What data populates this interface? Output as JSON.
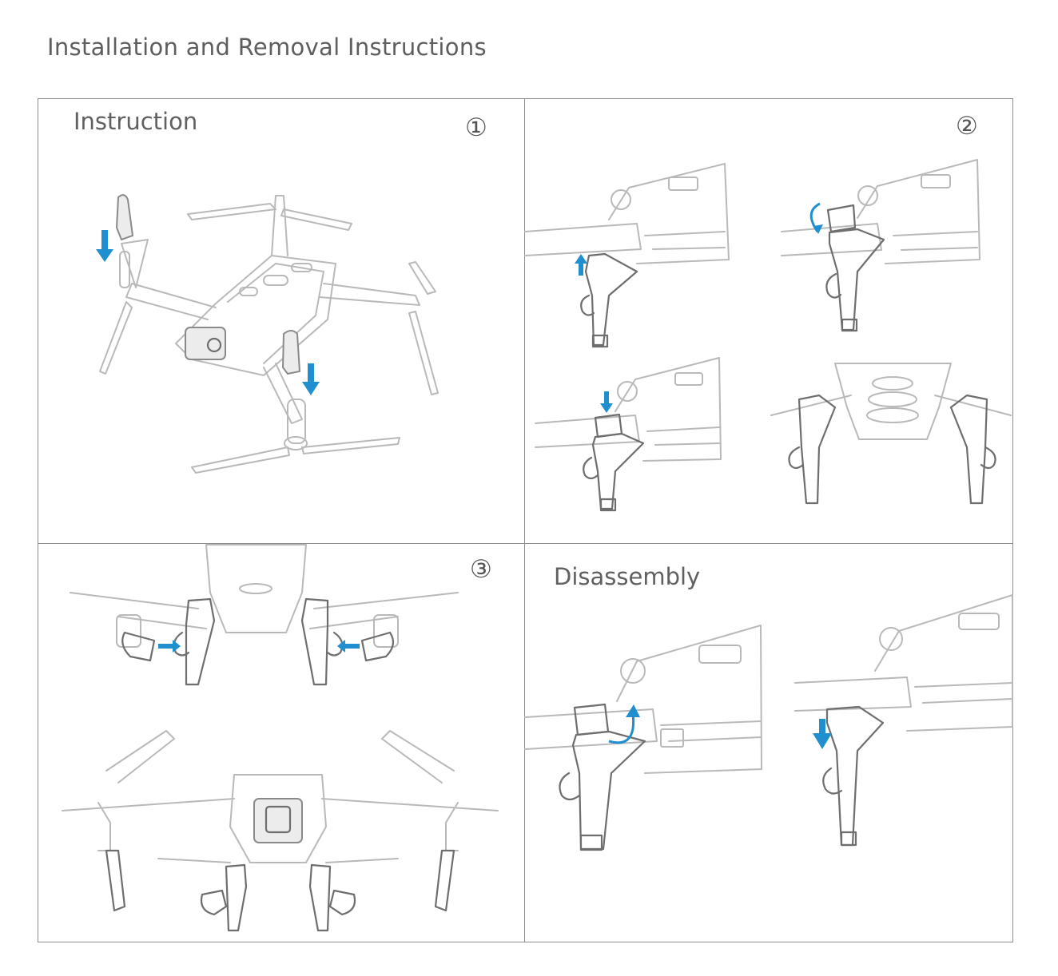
{
  "page": {
    "title": "Installation and Removal Instructions"
  },
  "panels": {
    "instruction": {
      "label": "Instruction",
      "step": "①"
    },
    "step2": {
      "step": "②"
    },
    "step3": {
      "step": "③"
    },
    "disassembly": {
      "label": "Disassembly"
    }
  },
  "colors": {
    "arrow": "#1f8fcf",
    "line_art": "#b9b9b9",
    "border": "#8c8c8c"
  }
}
